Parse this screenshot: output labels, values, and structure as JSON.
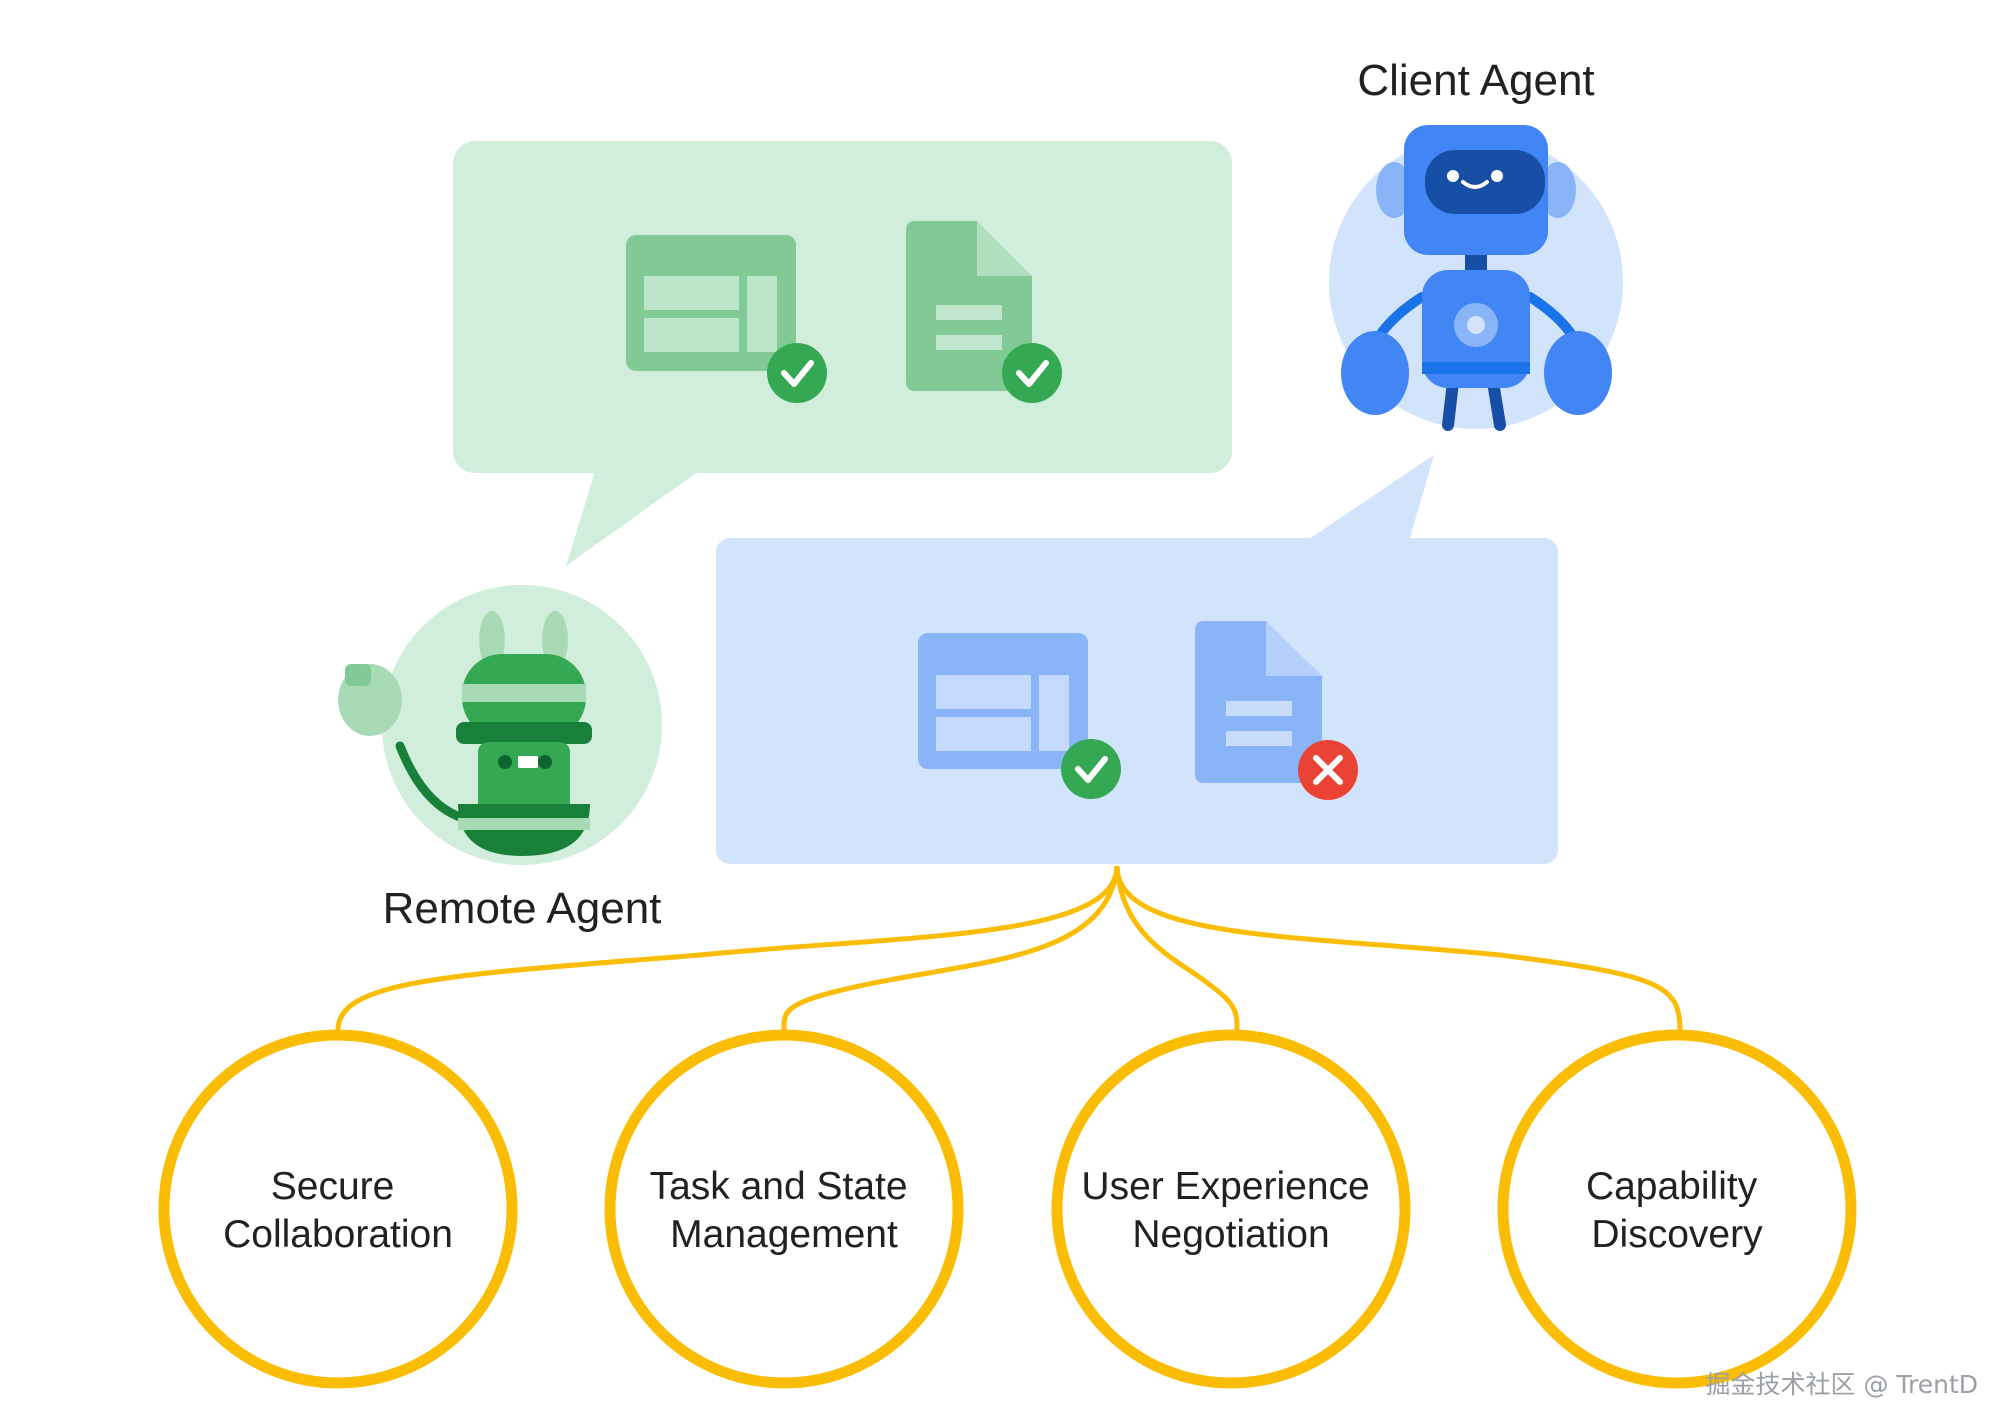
{
  "agents": {
    "client": {
      "label": "Client Agent",
      "icon": "blue-robot-icon"
    },
    "remote": {
      "label": "Remote Agent",
      "icon": "green-robot-icon"
    }
  },
  "bubbles": {
    "remote_response": {
      "items": [
        {
          "icon": "table-icon",
          "status": "success"
        },
        {
          "icon": "document-icon",
          "status": "success"
        }
      ]
    },
    "client_request": {
      "items": [
        {
          "icon": "table-icon",
          "status": "success"
        },
        {
          "icon": "document-icon",
          "status": "failed"
        }
      ]
    }
  },
  "pillars": [
    {
      "line1": "Secure",
      "line2": "Collaboration"
    },
    {
      "line1": "Task and State",
      "line2": "Management"
    },
    {
      "line1": "User Experience",
      "line2": "Negotiation"
    },
    {
      "line1": "Capability",
      "line2": "Discovery"
    }
  ],
  "watermark": "掘金技术社区 @ TrentD",
  "colors": {
    "green_bubble": "#d0eedb",
    "green_icon": "#81c995",
    "blue_bubble": "#d2e3fc",
    "blue_icon": "#8ab4f8",
    "check_green": "#34a853",
    "error_red": "#ea4335",
    "connector_yellow": "#fbbc04",
    "text": "#202124"
  }
}
